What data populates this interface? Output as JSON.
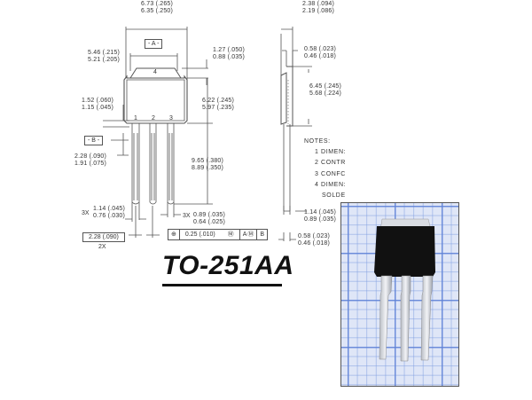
{
  "package": {
    "title": "TO-251AA"
  },
  "front_view": {
    "pin_labels": [
      "1",
      "2",
      "3"
    ],
    "tab_label": "4",
    "datum_a": "- A -",
    "datum_b": "- B -",
    "dimensions": {
      "body_width": [
        "6.73 (.265)",
        "6.35 (.250)"
      ],
      "tab_width": [
        "5.46 (.215)",
        "5.21 (.205)"
      ],
      "tab_height": [
        "1.27 (.050)",
        "0.88 (.035)"
      ],
      "body_height": [
        "6.22 (.245)",
        "5.97 (.235)"
      ],
      "lead_shoulder": [
        "1.52 (.060)",
        "1.15 (.045)"
      ],
      "lead_offset": [
        "2.28 (.090)",
        "1.91 (.075)"
      ],
      "lead_length": [
        "9.65 (.380)",
        "8.89 (.350)"
      ],
      "lead_width_wide": [
        "1.14 (.045)",
        "0.76 (.030)"
      ],
      "lead_width_wide_qty": "3X",
      "lead_width": [
        "0.89 (.035)",
        "0.64 (.025)"
      ],
      "lead_width_qty": "3X",
      "pitch": "2.28  (.090)",
      "pitch_qty": "2X"
    },
    "position_tolerance": {
      "symbol": "⊕",
      "value": "0.25  (.010)",
      "modifier": "Ⓜ",
      "datum_a": "A",
      "datum_mod": "Ⓜ",
      "datum_b": "B"
    }
  },
  "side_view": {
    "dimensions": {
      "overall_thickness": [
        "2.38 (.094)",
        "2.19 (.086)"
      ],
      "tab_thickness": [
        "0.58 (.023)",
        "0.46 (.018)"
      ],
      "body_height": [
        "6.45 (.245)",
        "5.68 (.224)"
      ],
      "lead_width": [
        "1.14 (.045)",
        "0.89 (.035)"
      ],
      "lead_thickness": [
        "0.58 (.023)",
        "0.46 (.018)"
      ]
    }
  },
  "notes": {
    "heading": "NOTES:",
    "items": [
      {
        "num": "1",
        "text": "DIMEN:"
      },
      {
        "num": "2",
        "text": "CONTR"
      },
      {
        "num": "3",
        "text": "CONFC"
      },
      {
        "num": "4",
        "text": "DIMEN:"
      }
    ],
    "continuation": "SOLDE"
  },
  "photo": {
    "description": "Photograph of TO-251AA transistor on blue graph paper"
  }
}
